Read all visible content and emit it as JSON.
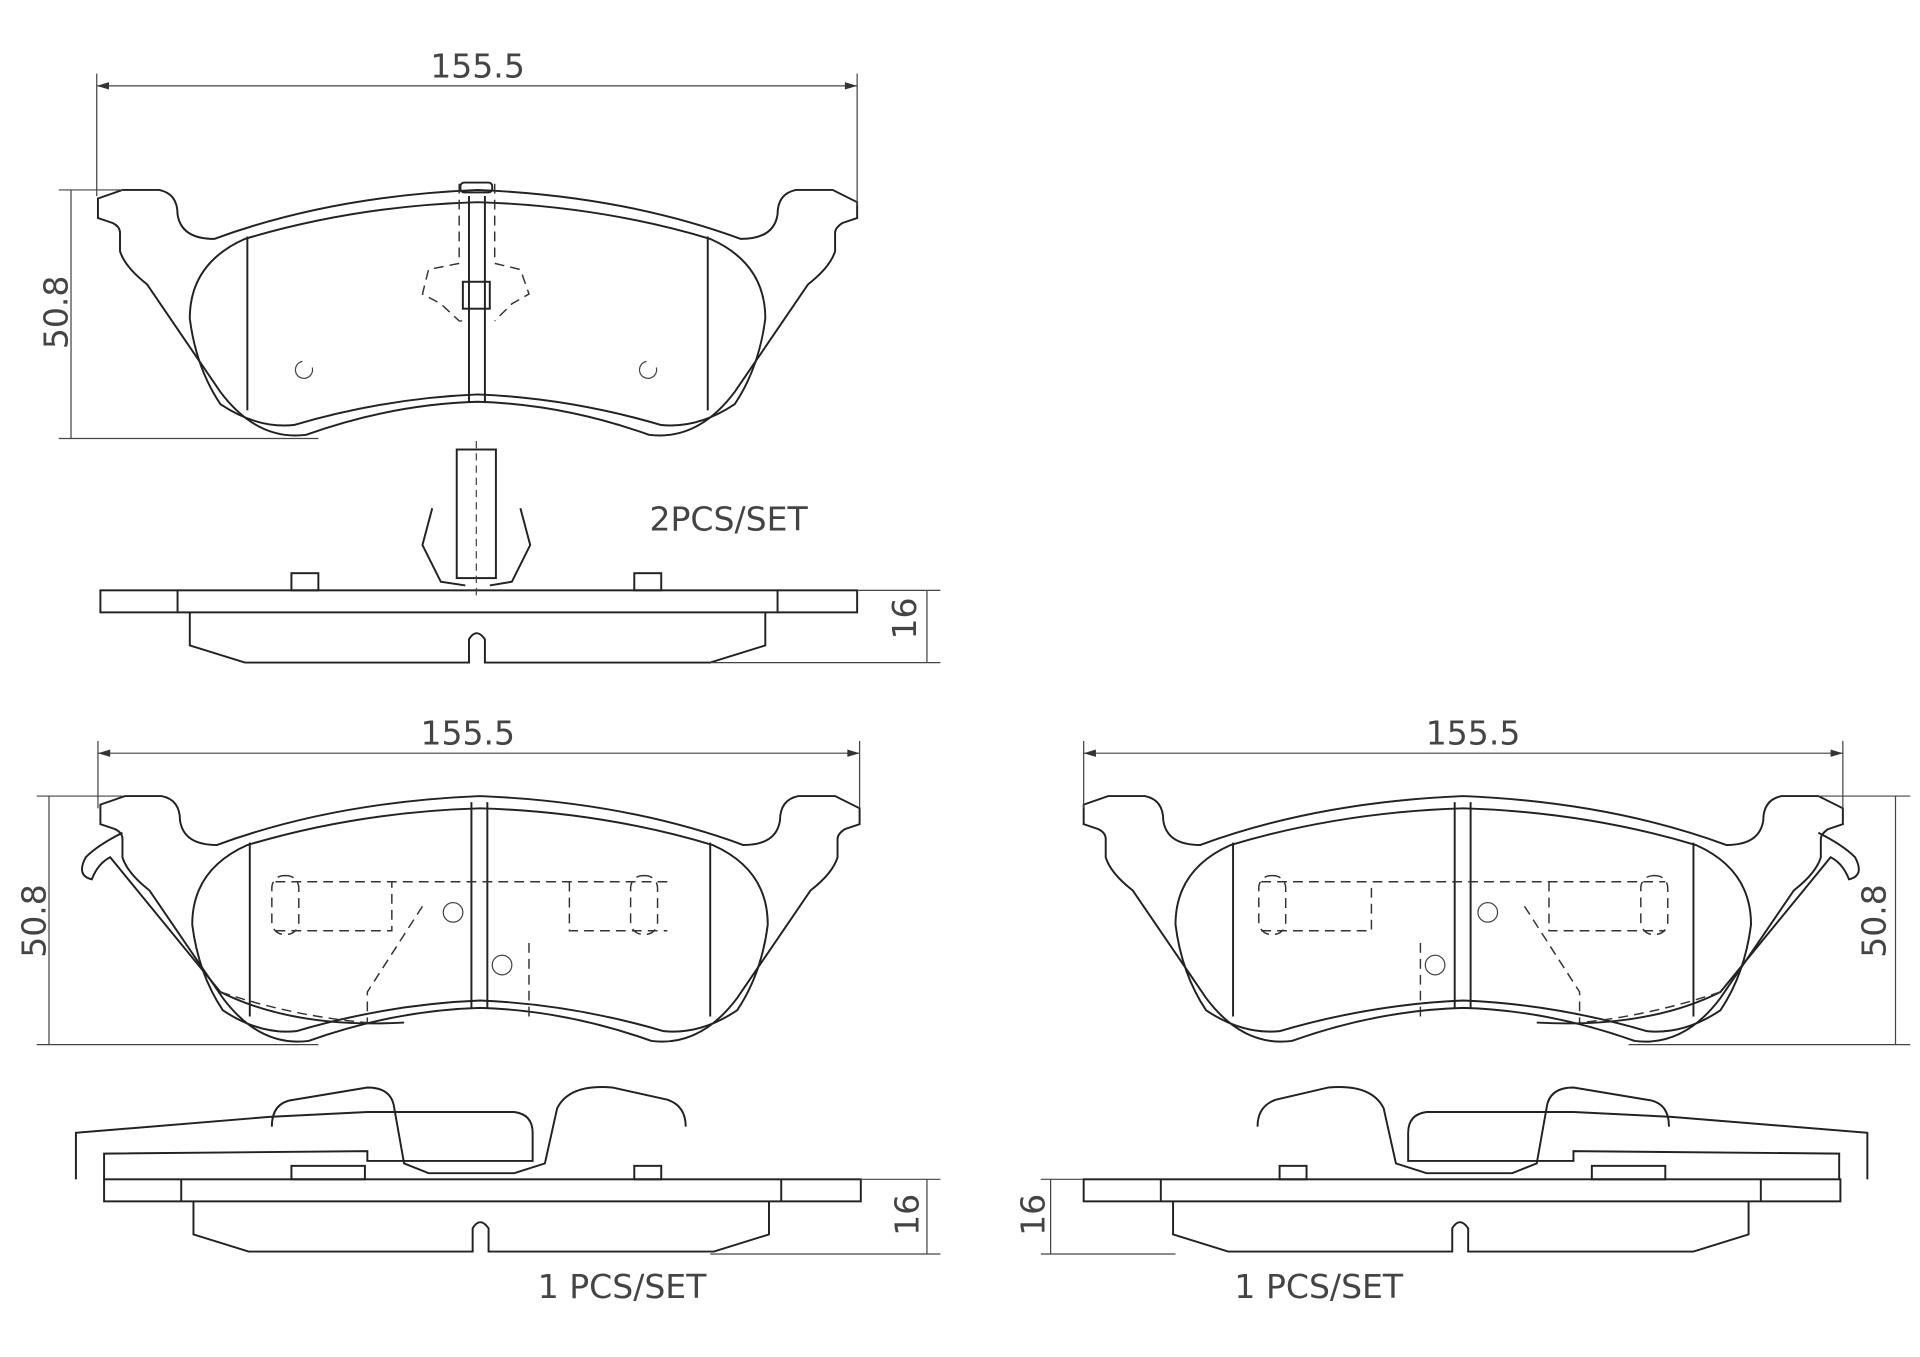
{
  "drawing": {
    "top_view": {
      "width_dim": "155.5",
      "height_dim": "50.8",
      "thickness_dim": "16",
      "quantity_label": "2PCS/SET"
    },
    "bottom_left_view": {
      "width_dim": "155.5",
      "height_dim": "50.8",
      "thickness_dim": "16",
      "quantity_label": "1 PCS/SET"
    },
    "bottom_right_view": {
      "width_dim": "155.5",
      "height_dim": "50.8",
      "thickness_dim": "16",
      "quantity_label": "1 PCS/SET"
    },
    "line_color": "#222222",
    "background": "#ffffff"
  }
}
